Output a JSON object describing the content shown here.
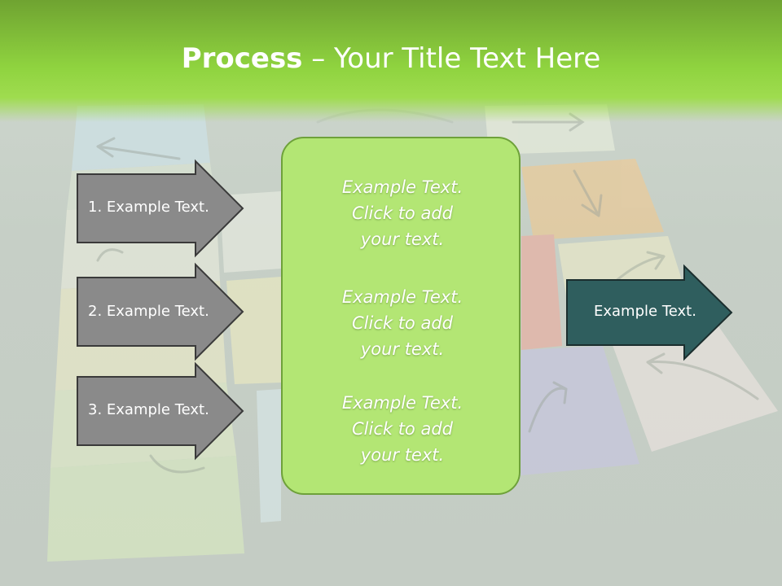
{
  "title": {
    "bold": "Process",
    "rest": " – Your Title Text Here"
  },
  "left_steps": [
    {
      "label": "1. Example Text."
    },
    {
      "label": "2. Example Text."
    },
    {
      "label": "3. Example Text."
    }
  ],
  "center_blocks": [
    {
      "line1": "Example Text.",
      "line2": "Click  to add",
      "line3": "your text."
    },
    {
      "line1": "Example Text.",
      "line2": "Click  to add",
      "line3": "your text."
    },
    {
      "line1": "Example Text.",
      "line2": "Click  to add",
      "line3": "your text."
    }
  ],
  "right_step": {
    "label": "Example Text."
  },
  "colors": {
    "header_green": "#8fd33f",
    "center_fill": "#b3e674",
    "left_arrow": "#8a8a8a",
    "right_arrow": "#2f5e5e"
  }
}
